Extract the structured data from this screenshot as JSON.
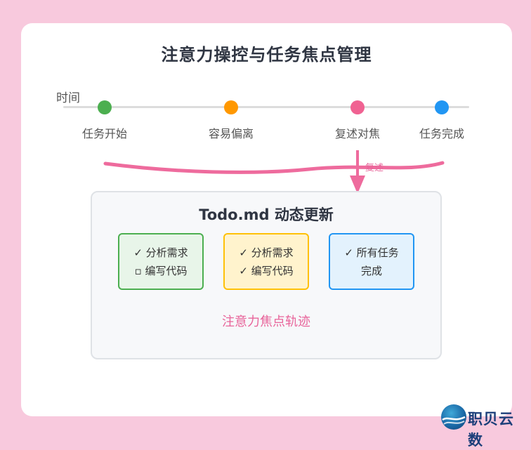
{
  "title": "注意力操控与任务焦点管理",
  "timeline": {
    "axis_label": "时间",
    "events": [
      {
        "label": "任务开始",
        "color": "#4caf50"
      },
      {
        "label": "容易偏离",
        "color": "#ff9800"
      },
      {
        "label": "复述对焦",
        "color": "#f06292"
      },
      {
        "label": "任务完成",
        "color": "#2196f3"
      }
    ]
  },
  "flow": {
    "recall_label": "复述",
    "line_color": "#ee6b9d"
  },
  "panel": {
    "title": "Todo.md 动态更新",
    "cards": [
      {
        "lines": [
          "✓ 分析需求",
          "▫ 编写代码"
        ],
        "color": "#4caf50"
      },
      {
        "lines": [
          "✓ 分析需求",
          "✓ 编写代码"
        ],
        "color": "#ffc107"
      },
      {
        "lines": [
          "✓ 所有任务",
          "完成"
        ],
        "color": "#2196f3"
      }
    ],
    "caption": "注意力焦点轨迹"
  },
  "watermark": {
    "text": "职贝云数"
  }
}
